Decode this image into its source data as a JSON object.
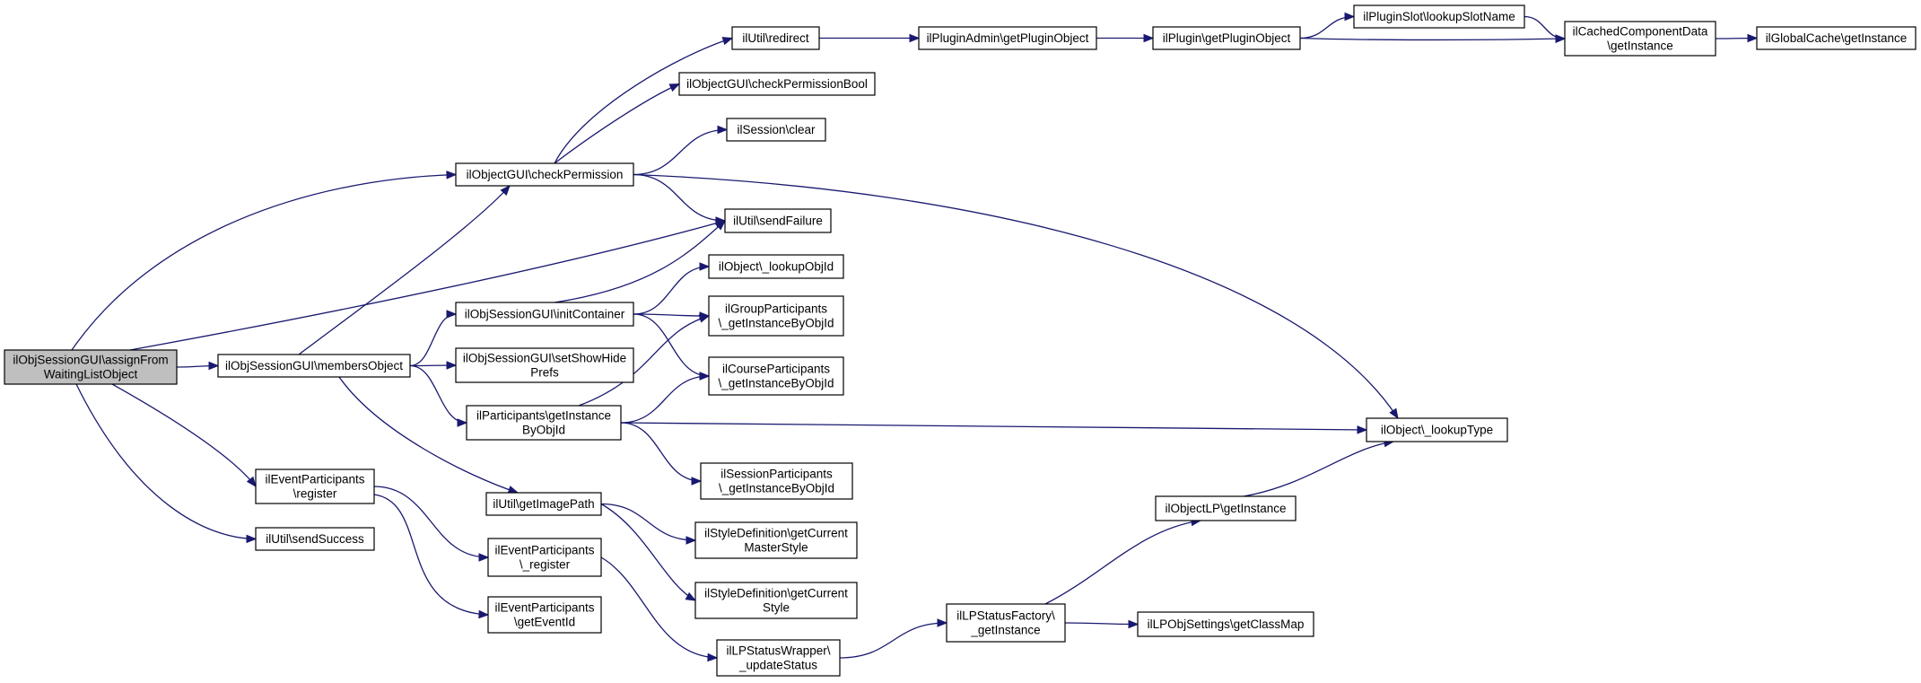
{
  "nodes": [
    {
      "id": "root",
      "lines": [
        "ilObjSessionGUI\\assignFrom",
        "WaitingListObject"
      ],
      "root": true
    },
    {
      "id": "checkPermission",
      "lines": [
        "ilObjectGUI\\checkPermission"
      ]
    },
    {
      "id": "sendFailure",
      "lines": [
        "ilUtil\\sendFailure"
      ]
    },
    {
      "id": "membersObject",
      "lines": [
        "ilObjSessionGUI\\membersObject"
      ]
    },
    {
      "id": "evRegister",
      "lines": [
        "ilEventParticipants",
        "\\register"
      ]
    },
    {
      "id": "sendSuccess",
      "lines": [
        "ilUtil\\sendSuccess"
      ]
    },
    {
      "id": "redirect",
      "lines": [
        "ilUtil\\redirect"
      ]
    },
    {
      "id": "checkPermBool",
      "lines": [
        "ilObjectGUI\\checkPermissionBool"
      ]
    },
    {
      "id": "sessClear",
      "lines": [
        "ilSession\\clear"
      ]
    },
    {
      "id": "lookupType",
      "lines": [
        "ilObject\\_lookupType"
      ]
    },
    {
      "id": "pluginAdminGet",
      "lines": [
        "ilPluginAdmin\\getPluginObject"
      ]
    },
    {
      "id": "pluginGet",
      "lines": [
        "ilPlugin\\getPluginObject"
      ]
    },
    {
      "id": "slotLookup",
      "lines": [
        "ilPluginSlot\\lookupSlotName"
      ]
    },
    {
      "id": "cachedComp",
      "lines": [
        "ilCachedComponentData",
        "\\getInstance"
      ]
    },
    {
      "id": "globalCache",
      "lines": [
        "ilGlobalCache\\getInstance"
      ]
    },
    {
      "id": "initContainer",
      "lines": [
        "ilObjSessionGUI\\initContainer"
      ]
    },
    {
      "id": "setShowHide",
      "lines": [
        "ilObjSessionGUI\\setShowHide",
        "Prefs"
      ]
    },
    {
      "id": "partGetInst",
      "lines": [
        "ilParticipants\\getInstance",
        "ByObjId"
      ]
    },
    {
      "id": "getImagePath",
      "lines": [
        "ilUtil\\getImagePath"
      ]
    },
    {
      "id": "lookupObjId",
      "lines": [
        "ilObject\\_lookupObjId"
      ]
    },
    {
      "id": "groupPart",
      "lines": [
        "ilGroupParticipants",
        "\\_getInstanceByObjId"
      ]
    },
    {
      "id": "coursePart",
      "lines": [
        "ilCourseParticipants",
        "\\_getInstanceByObjId"
      ]
    },
    {
      "id": "sessPart",
      "lines": [
        "ilSessionParticipants",
        "\\_getInstanceByObjId"
      ]
    },
    {
      "id": "styleMaster",
      "lines": [
        "ilStyleDefinition\\getCurrent",
        "MasterStyle"
      ]
    },
    {
      "id": "styleCur",
      "lines": [
        "ilStyleDefinition\\getCurrent",
        "Style"
      ]
    },
    {
      "id": "evRegister2",
      "lines": [
        "ilEventParticipants",
        "\\_register"
      ]
    },
    {
      "id": "evGetEventId",
      "lines": [
        "ilEventParticipants",
        "\\getEventId"
      ]
    },
    {
      "id": "lpWrapper",
      "lines": [
        "ilLPStatusWrapper\\",
        "_updateStatus"
      ]
    },
    {
      "id": "lpFactory",
      "lines": [
        "ilLPStatusFactory\\",
        "_getInstance"
      ]
    },
    {
      "id": "objLP",
      "lines": [
        "ilObjectLP\\getInstance"
      ]
    },
    {
      "id": "lpSettings",
      "lines": [
        "ilLPObjSettings\\getClassMap"
      ]
    }
  ],
  "edges": [
    {
      "from": "root",
      "to": "checkPermission"
    },
    {
      "from": "root",
      "to": "sendFailure"
    },
    {
      "from": "root",
      "to": "membersObject"
    },
    {
      "from": "root",
      "to": "evRegister"
    },
    {
      "from": "root",
      "to": "sendSuccess"
    },
    {
      "from": "checkPermission",
      "to": "redirect"
    },
    {
      "from": "checkPermission",
      "to": "checkPermBool"
    },
    {
      "from": "checkPermission",
      "to": "sessClear"
    },
    {
      "from": "checkPermission",
      "to": "sendFailure"
    },
    {
      "from": "checkPermission",
      "to": "lookupType"
    },
    {
      "from": "redirect",
      "to": "pluginAdminGet"
    },
    {
      "from": "pluginAdminGet",
      "to": "pluginGet"
    },
    {
      "from": "pluginGet",
      "to": "slotLookup"
    },
    {
      "from": "pluginGet",
      "to": "cachedComp"
    },
    {
      "from": "slotLookup",
      "to": "cachedComp"
    },
    {
      "from": "cachedComp",
      "to": "globalCache"
    },
    {
      "from": "membersObject",
      "to": "checkPermission"
    },
    {
      "from": "membersObject",
      "to": "initContainer"
    },
    {
      "from": "membersObject",
      "to": "setShowHide"
    },
    {
      "from": "membersObject",
      "to": "partGetInst"
    },
    {
      "from": "membersObject",
      "to": "getImagePath"
    },
    {
      "from": "initContainer",
      "to": "sendFailure"
    },
    {
      "from": "initContainer",
      "to": "lookupObjId"
    },
    {
      "from": "initContainer",
      "to": "groupPart"
    },
    {
      "from": "initContainer",
      "to": "coursePart"
    },
    {
      "from": "partGetInst",
      "to": "groupPart"
    },
    {
      "from": "partGetInst",
      "to": "coursePart"
    },
    {
      "from": "partGetInst",
      "to": "lookupType"
    },
    {
      "from": "partGetInst",
      "to": "sessPart"
    },
    {
      "from": "getImagePath",
      "to": "styleMaster"
    },
    {
      "from": "getImagePath",
      "to": "styleCur"
    },
    {
      "from": "evRegister",
      "to": "evRegister2"
    },
    {
      "from": "evRegister",
      "to": "evGetEventId"
    },
    {
      "from": "evRegister2",
      "to": "lpWrapper"
    },
    {
      "from": "lpWrapper",
      "to": "lpFactory"
    },
    {
      "from": "lpFactory",
      "to": "objLP"
    },
    {
      "from": "lpFactory",
      "to": "lpSettings"
    },
    {
      "from": "objLP",
      "to": "lookupType"
    }
  ]
}
